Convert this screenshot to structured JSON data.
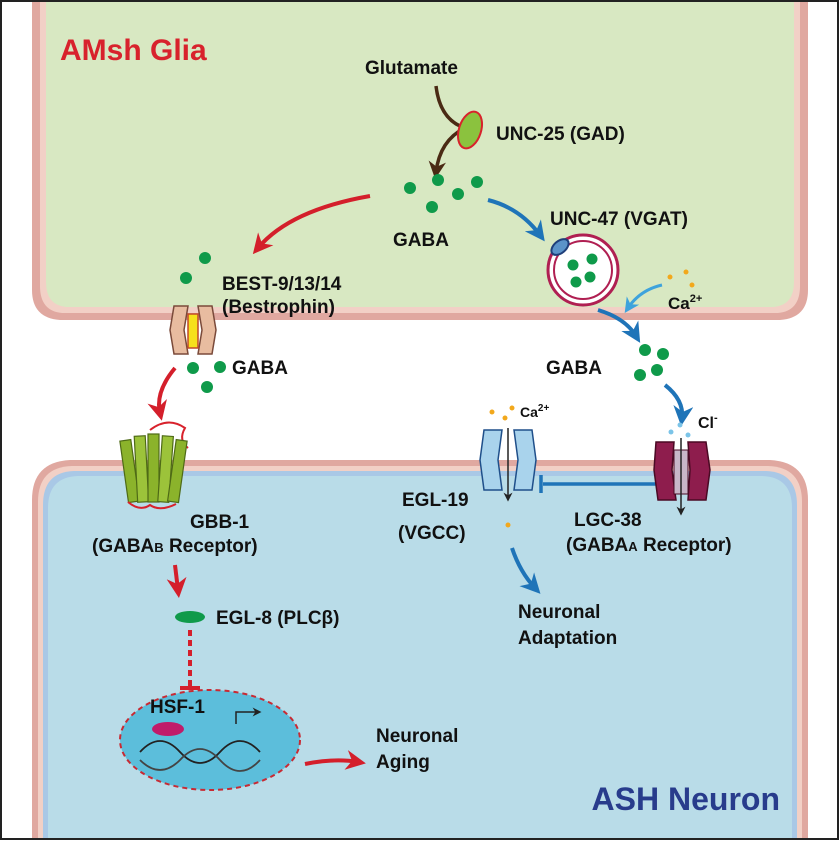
{
  "glia_cell": {
    "title": "AMsh Glia"
  },
  "neuron_cell": {
    "title": "ASH Neuron"
  },
  "labels": {
    "glutamate": "Glutamate",
    "unc25": "UNC-25 (GAD)",
    "gaba_glia": "GABA",
    "unc47": "UNC-47 (VGAT)",
    "best_line1": "BEST-9/13/14",
    "best_line2": "(Bestrophin)",
    "ca_glia": "Ca",
    "ca_glia_sup": "2+",
    "gaba_left": "GABA",
    "gaba_right": "GABA",
    "ca_neuron": "Ca",
    "ca_neuron_sup": "2+",
    "cl": "Cl",
    "cl_sup": "-",
    "gbb1_line1": "GBB-1",
    "gbb1_line2_a": "(GABA",
    "gbb1_line2_sub": "B",
    "gbb1_line2_b": " Receptor)",
    "egl19_line1": "EGL-19",
    "egl19_line2": "(VGCC)",
    "lgc38_line1": "LGC-38",
    "lgc38_line2_a": "(GABA",
    "lgc38_line2_sub": "A",
    "lgc38_line2_b": " Receptor)",
    "egl8": "EGL-8 (PLCβ)",
    "hsf1": "HSF-1",
    "adaptation_line1": "Neuronal",
    "adaptation_line2": "Adaptation",
    "aging_line1": "Neuronal",
    "aging_line2": "Aging"
  },
  "colors": {
    "glia_fill": "#d8e8c2",
    "neuron_fill": "#b9dce8",
    "membrane_outer": "#e2a8a2",
    "membrane_inner": "#f4ccc4",
    "title_red": "#d8222c",
    "title_blue": "#283c8c",
    "gaba_green": "#0f9a4a",
    "red_arrow": "#d41f2b",
    "blue_arrow": "#1f74b8",
    "receptor_olive": "#8bb32b",
    "lgc38_magenta": "#8e1d4d",
    "egl19_blue": "#a9d3ec",
    "nucleus_fill": "#5cbedb"
  }
}
